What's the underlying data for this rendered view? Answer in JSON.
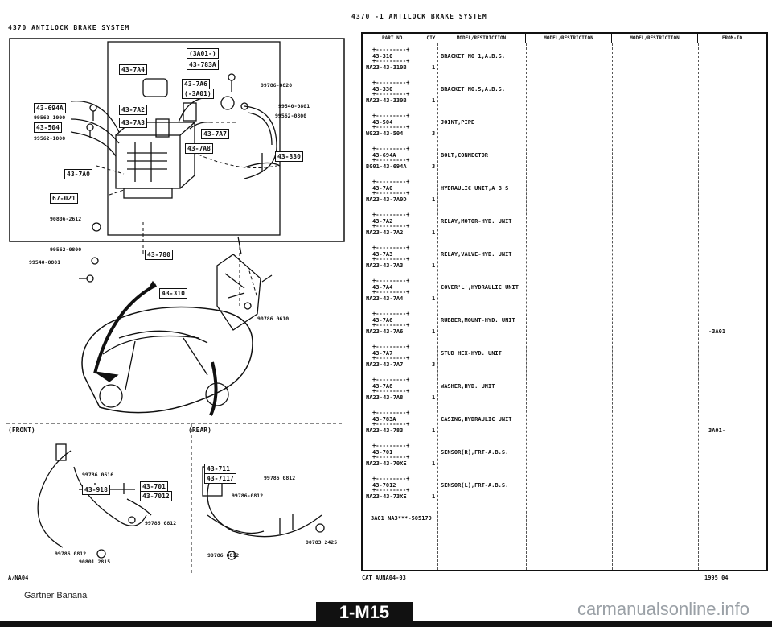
{
  "header": {
    "left_title": "4370   ANTILOCK BRAKE SYSTEM",
    "right_title": "4370  -1    ANTILOCK BRAKE SYSTEM"
  },
  "diagram": {
    "boxes": [
      {
        "id": "3a01",
        "label": "(3A01-)"
      },
      {
        "id": "783a",
        "label": "43-783A"
      },
      {
        "id": "7a4",
        "label": "43-7A4"
      },
      {
        "id": "7a6",
        "label": "43-7A6"
      },
      {
        "id": "3a01b",
        "label": "(-3A01)"
      },
      {
        "id": "694a",
        "label": "43-694A"
      },
      {
        "id": "504",
        "label": "43-504"
      },
      {
        "id": "7a2",
        "label": "43-7A2"
      },
      {
        "id": "7a3",
        "label": "43-7A3"
      },
      {
        "id": "7a7",
        "label": "43-7A7"
      },
      {
        "id": "7a8",
        "label": "43-7A8"
      },
      {
        "id": "330",
        "label": "43-330"
      },
      {
        "id": "7a0",
        "label": "43-7A0"
      },
      {
        "id": "021",
        "label": "67-021"
      },
      {
        "id": "780",
        "label": "43-780"
      },
      {
        "id": "310",
        "label": "43-310"
      },
      {
        "id": "918",
        "label": "43-918"
      },
      {
        "id": "701",
        "label": "43-701"
      },
      {
        "id": "7012",
        "label": "43-7012"
      },
      {
        "id": "711",
        "label": "43-711"
      },
      {
        "id": "7117",
        "label": "43-7117"
      }
    ],
    "part_numbers": [
      {
        "id": "p1",
        "text": "99786-0820"
      },
      {
        "id": "p2",
        "text": "99540-0801"
      },
      {
        "id": "p3",
        "text": "99562-0800"
      },
      {
        "id": "p4",
        "text": "99562 1000"
      },
      {
        "id": "p5",
        "text": "99562-1000"
      },
      {
        "id": "p6",
        "text": "90806-2612"
      },
      {
        "id": "p7",
        "text": "99562-0800"
      },
      {
        "id": "p8",
        "text": "99540-0801"
      },
      {
        "id": "p9",
        "text": "90786 0610"
      },
      {
        "id": "p10",
        "text": "99786 0616"
      },
      {
        "id": "p11",
        "text": "99786 0812"
      },
      {
        "id": "p12",
        "text": "99786 0812"
      },
      {
        "id": "p13",
        "text": "90801 2815"
      },
      {
        "id": "p14",
        "text": "99786 0812"
      },
      {
        "id": "p15",
        "text": "99786-0812"
      },
      {
        "id": "p16",
        "text": "90783 2425"
      },
      {
        "id": "p17",
        "text": "99786 0812"
      }
    ],
    "front_label": "(FRONT)",
    "rear_label": "(REAR)"
  },
  "table": {
    "headers": [
      "PART NO.",
      "QTY",
      "MODEL/RESTRICTION",
      "MODEL/RESTRICTION",
      "MODEL/RESTRICTION",
      "FROM-TO"
    ],
    "rows": [
      {
        "code": "43-310",
        "number": "NA23-43-310B",
        "qty": "1",
        "desc": "BRACKET NO 1,A.B.S.",
        "from": ""
      },
      {
        "code": "43-330",
        "number": "NA23-43-330B",
        "qty": "1",
        "desc": "BRACKET NO.5,A.B.S.",
        "from": ""
      },
      {
        "code": "43-504",
        "number": "W023-43-504",
        "qty": "3",
        "desc": "JOINT,PIPE",
        "from": ""
      },
      {
        "code": "43-694A",
        "number": "B001-43-694A",
        "qty": "3",
        "desc": "BOLT,CONNECTOR",
        "from": ""
      },
      {
        "code": "43-7A0",
        "number": "NA23-43-7A0D",
        "qty": "1",
        "desc": "HYDRAULIC UNIT,A B S",
        "from": ""
      },
      {
        "code": "43-7A2",
        "number": "NA23-43-7A2",
        "qty": "1",
        "desc": "RELAY,MOTOR-HYD. UNIT",
        "from": ""
      },
      {
        "code": "43-7A3",
        "number": "NA23-43-7A3",
        "qty": "1",
        "desc": "RELAY,VALVE-HYD. UNIT",
        "from": ""
      },
      {
        "code": "43-7A4",
        "number": "NA23-43-7A4",
        "qty": "1",
        "desc": "COVER'L',HYDRAULIC UNIT",
        "from": ""
      },
      {
        "code": "43-7A6",
        "number": "NA23-43-7A6",
        "qty": "1",
        "desc": "RUBBER,MOUNT-HYD. UNIT",
        "from": "-3A01"
      },
      {
        "code": "43-7A7",
        "number": "NA23-43-7A7",
        "qty": "3",
        "desc": "STUD HEX-HYD. UNIT",
        "from": ""
      },
      {
        "code": "43-7A8",
        "number": "NA23-43-7A8",
        "qty": "1",
        "desc": "WASHER,HYD. UNIT",
        "from": ""
      },
      {
        "code": "43-783A",
        "number": "NA23-43-783",
        "qty": "1",
        "desc": "CASING,HYDRAULIC UNIT",
        "from": "3A01-"
      },
      {
        "code": "43-701",
        "number": "NA23-43-70XE",
        "qty": "1",
        "desc": "SENSOR(R),FRT-A.B.S.",
        "from": ""
      },
      {
        "code": "43-7012",
        "number": "NA23-43-73XE",
        "qty": "1",
        "desc": "SENSOR(L),FRT-A.B.S.",
        "from": ""
      }
    ],
    "note": "3A01  NA3***-505179"
  },
  "footer": {
    "left_code": "A/NA04",
    "center": "CAT  AUNA04-03",
    "right": "1995 04",
    "page_code": "1-M15",
    "watermark_left": "Gartner Banana",
    "watermark_right": "carmanualsonline.info"
  }
}
